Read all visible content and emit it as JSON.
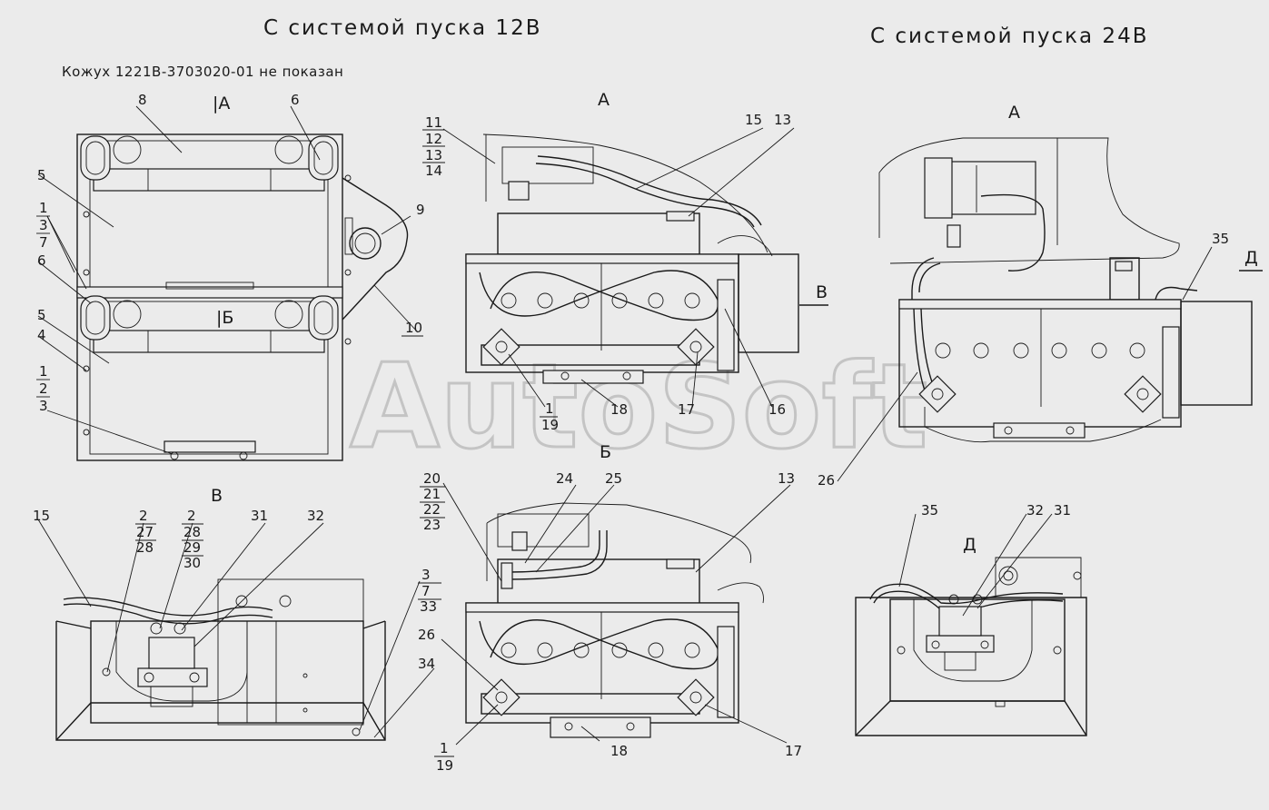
{
  "titles": {
    "left": "С системой пуска 12В",
    "right": "С системой пуска 24В"
  },
  "note": "Кожух 1221В-3703020-01   не показан",
  "watermark": "AutoSoft",
  "view_labels": {
    "a_left": "|А",
    "b_mid": "|Б",
    "v_arrow": "В",
    "a_mid": "А",
    "a_right": "А",
    "d_arrow": "Д",
    "v_view": "В",
    "b_view": "Б",
    "d_view": "Д"
  },
  "callouts": {
    "c8": "8",
    "c6a": "6",
    "c5a": "5",
    "c1a": "1",
    "c3a": "3",
    "c7a": "7",
    "c6b": "6",
    "c9": "9",
    "c5b": "5",
    "c4": "4",
    "c10": "10",
    "c1b": "1",
    "c2b": "2",
    "c3b": "3",
    "c11": "11",
    "c12": "12",
    "c13a": "13",
    "c14": "14",
    "c15a": "15",
    "c13b": "13",
    "c1c": "1",
    "c19a": "19",
    "c18a": "18",
    "c17a": "17",
    "c16": "16",
    "c35a": "35",
    "c26a": "26",
    "c15b": "15",
    "c2c": "2",
    "c27": "27",
    "c28a": "28",
    "c2d": "2",
    "c28b": "28",
    "c29": "29",
    "c30": "30",
    "c31a": "31",
    "c32a": "32",
    "c3d": "3",
    "c7d": "7",
    "c33": "33",
    "c34": "34",
    "c20": "20",
    "c21": "21",
    "c22": "22",
    "c23": "23",
    "c24": "24",
    "c25": "25",
    "c13c": "13",
    "c26b": "26",
    "c1e": "1",
    "c19b": "19",
    "c18b": "18",
    "c17b": "17",
    "c35b": "35",
    "c32b": "32",
    "c31b": "31"
  }
}
